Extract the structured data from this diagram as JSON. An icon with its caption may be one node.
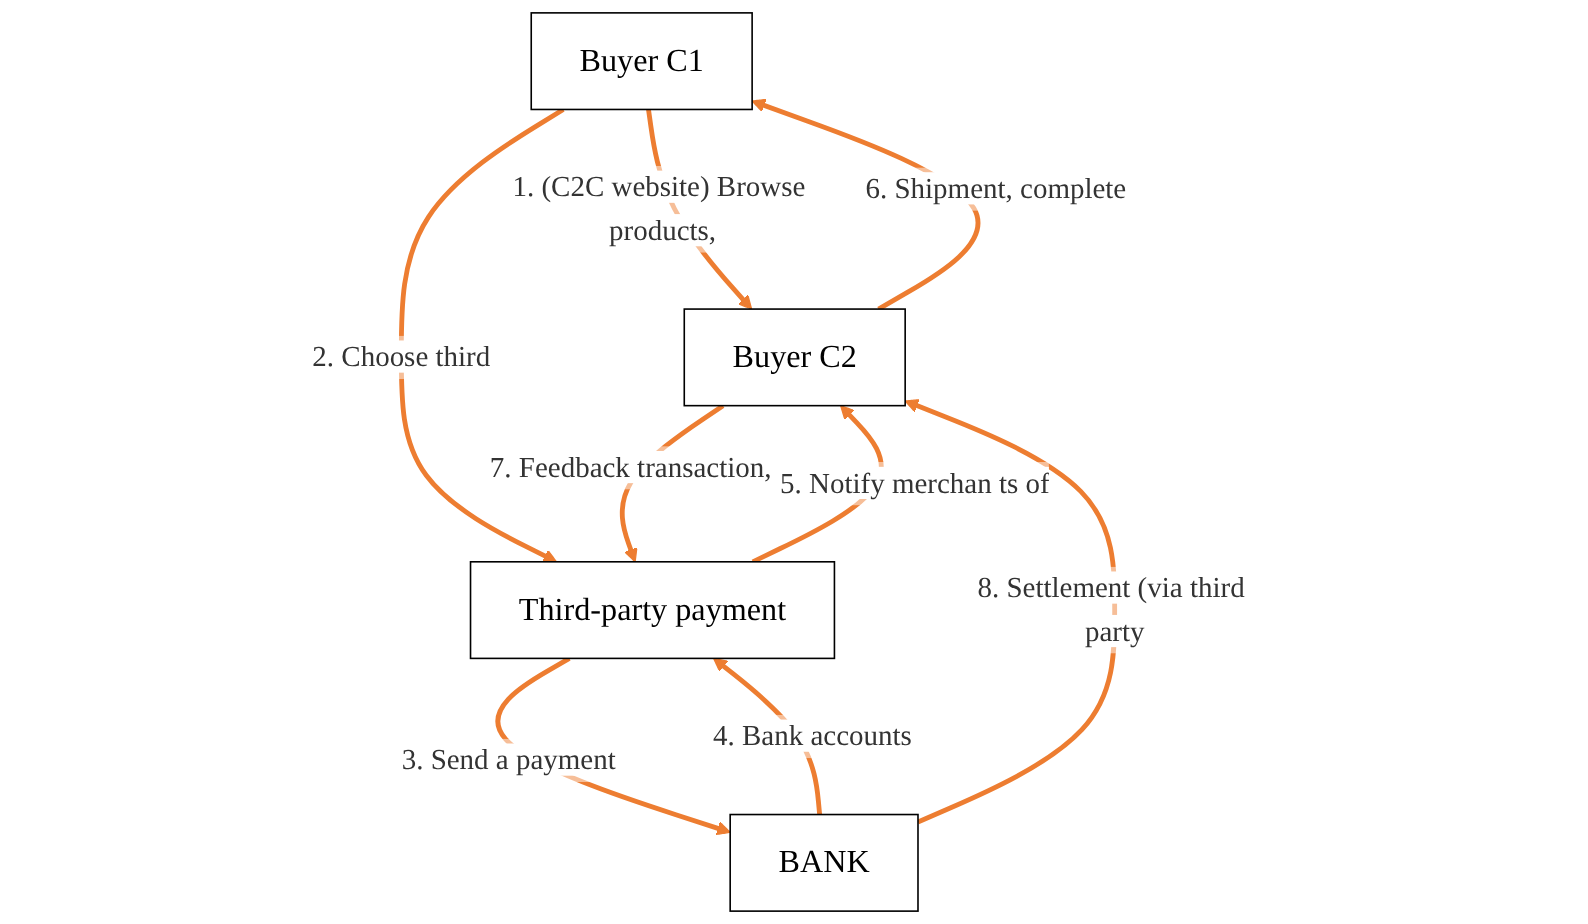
{
  "diagram": {
    "nodes": [
      {
        "text": [
          "Buyer C1"
        ]
      },
      {
        "text": [
          "Buyer C2"
        ]
      },
      {
        "text": [
          "Third-party payment"
        ]
      },
      {
        "text": [
          "BANK"
        ]
      }
    ],
    "edges": [
      {
        "from": 0,
        "to": 1,
        "arrow": "to",
        "label": "1. (C2C website) Browse products,"
      },
      {
        "from": 0,
        "to": 2,
        "arrow": "to",
        "label": "2. Choose third"
      },
      {
        "from": 2,
        "to": 3,
        "arrow": "to",
        "label": "3. Send a payment"
      },
      {
        "from": 3,
        "to": 2,
        "arrow": "to",
        "label": "4. Bank accounts"
      },
      {
        "from": 2,
        "to": 1,
        "arrow": "to",
        "label": "5. Notify merchan ts of"
      },
      {
        "from": 1,
        "to": 0,
        "arrow": "to",
        "label": "6. Shipment, complete"
      },
      {
        "from": 1,
        "to": 2,
        "arrow": "to",
        "label": "7. Feedback transaction,"
      },
      {
        "from": 3,
        "to": 1,
        "arrow": "to",
        "label": "8. Settlement (via third party"
      }
    ]
  }
}
